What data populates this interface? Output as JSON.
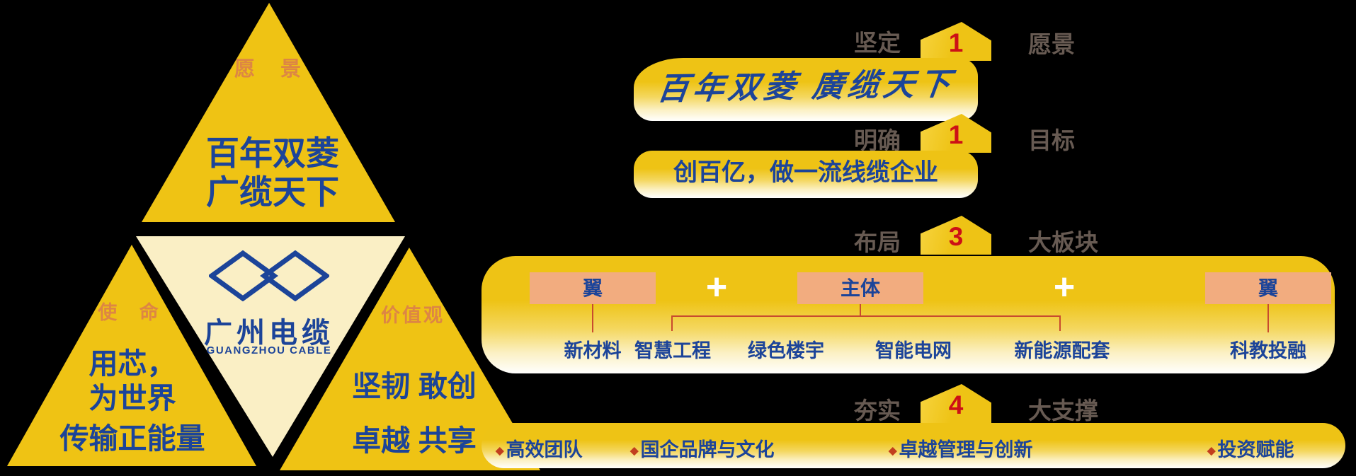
{
  "colors": {
    "gold": "#EFC314",
    "cream": "#FAEFC5",
    "blue": "#1C4499",
    "orange_label": "#DD8644",
    "header_brown": "#675A52",
    "number_red": "#CC1016",
    "salmon_box": "#F2AC7F",
    "connector_red": "#C84B2E"
  },
  "pyramid": {
    "vision_label": "愿 景",
    "vision_line1": "百年双菱",
    "vision_line2": "广缆天下",
    "mission_label": "使 命",
    "mission_line1": "用芯，",
    "mission_line2": "为世界",
    "mission_line3": "传输正能量",
    "values_label": "价值观",
    "values_line1": "坚韧 敢创",
    "values_line2": "卓越 共享",
    "logo_name": "广州电缆",
    "logo_name_en": "GUANGZHOU CABLE"
  },
  "rows": [
    {
      "prefix": "坚定",
      "number": "1",
      "suffix": "愿景",
      "banner_text": "百年双菱 廣缆天下"
    },
    {
      "prefix": "明确",
      "number": "1",
      "suffix": "目标",
      "banner_text": "创百亿，做一流线缆企业"
    },
    {
      "prefix": "布局",
      "number": "3",
      "suffix": "大板块",
      "wing_left": "翼",
      "body": "主体",
      "wing_right": "翼",
      "plus": "+",
      "segments": [
        "新材料",
        "智慧工程",
        "绿色楼宇",
        "智能电网",
        "新能源配套",
        "科教投融"
      ]
    },
    {
      "prefix": "夯实",
      "number": "4",
      "suffix": "大支撑",
      "bullet": "◆",
      "supports": [
        "高效团队",
        "国企品牌与文化",
        "卓越管理与创新",
        "投资赋能"
      ]
    }
  ]
}
